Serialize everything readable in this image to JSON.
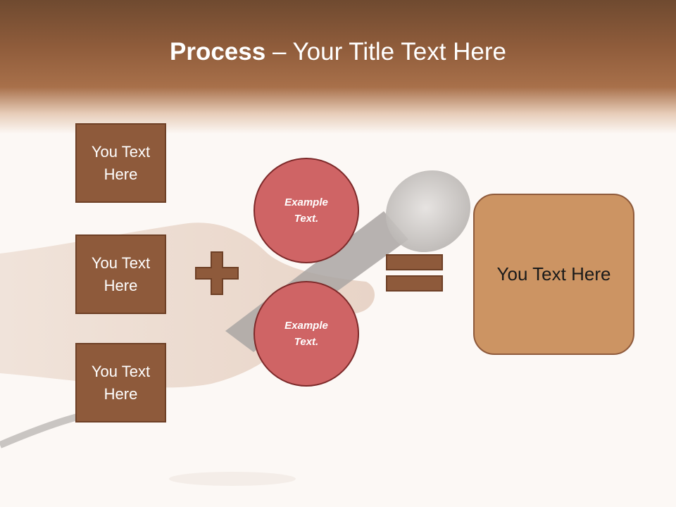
{
  "slide": {
    "title_bold": "Process",
    "title_rest": " – Your Title Text Here"
  },
  "boxes": [
    {
      "label": "You Text Here"
    },
    {
      "label": "You Text Here"
    },
    {
      "label": "You Text Here"
    }
  ],
  "circles": [
    {
      "label": "Example Text."
    },
    {
      "label": "Example Text."
    }
  ],
  "result": {
    "label": "You Text Here"
  },
  "colors": {
    "header_brown": "#8f5c3b",
    "box_brown": "#8e5a3b",
    "circle_red": "#cf6465",
    "result_tan": "#cc9463"
  },
  "icons": {
    "plus": "plus-icon",
    "equals": "equals-icon"
  }
}
